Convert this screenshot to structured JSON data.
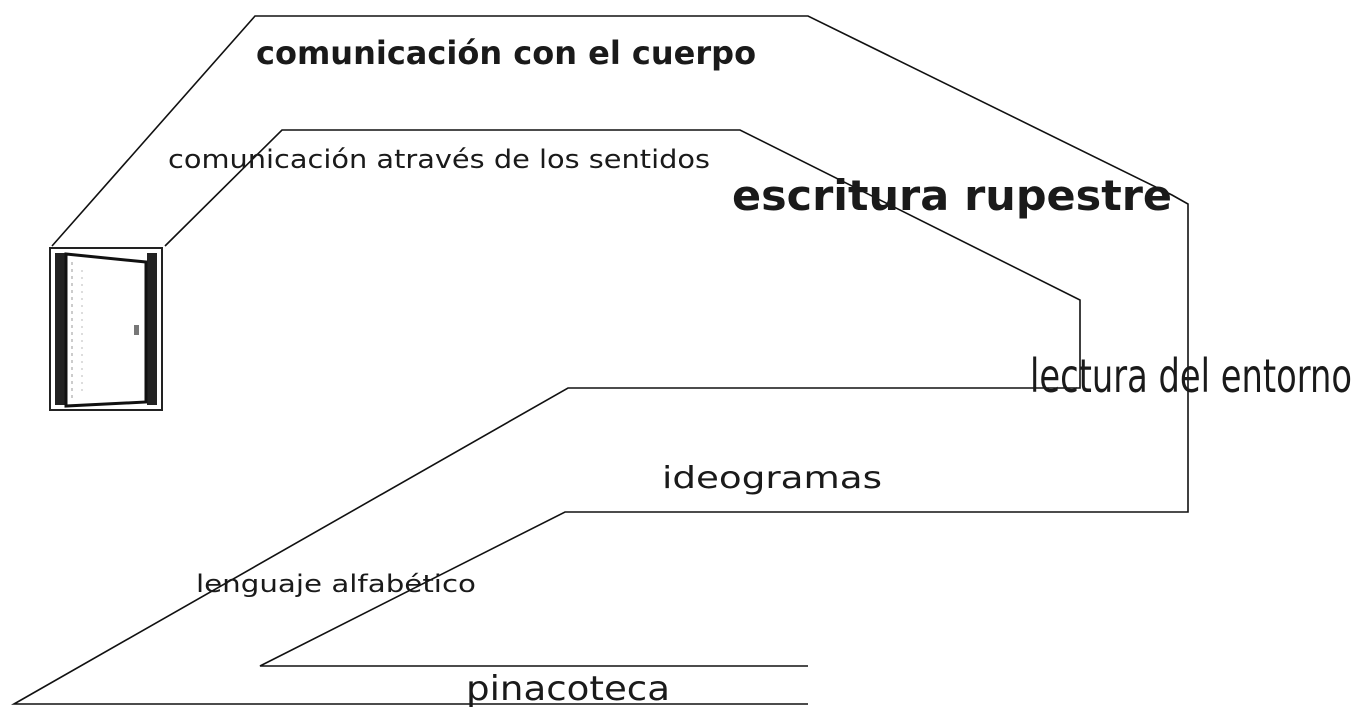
{
  "labels": {
    "cuerpo": "comunicación con el cuerpo",
    "sentidos": "comunicación através de los sentidos",
    "rupestre": "escritura rupestre",
    "entorno": "lectura del entorno",
    "ideogramas": "ideogramas",
    "alfabetico": "lenguaje alfabético",
    "pinacoteca": "pinacoteca"
  },
  "icons": {
    "door": "door-icon"
  },
  "colors": {
    "ink": "#111111",
    "background": "#ffffff"
  }
}
